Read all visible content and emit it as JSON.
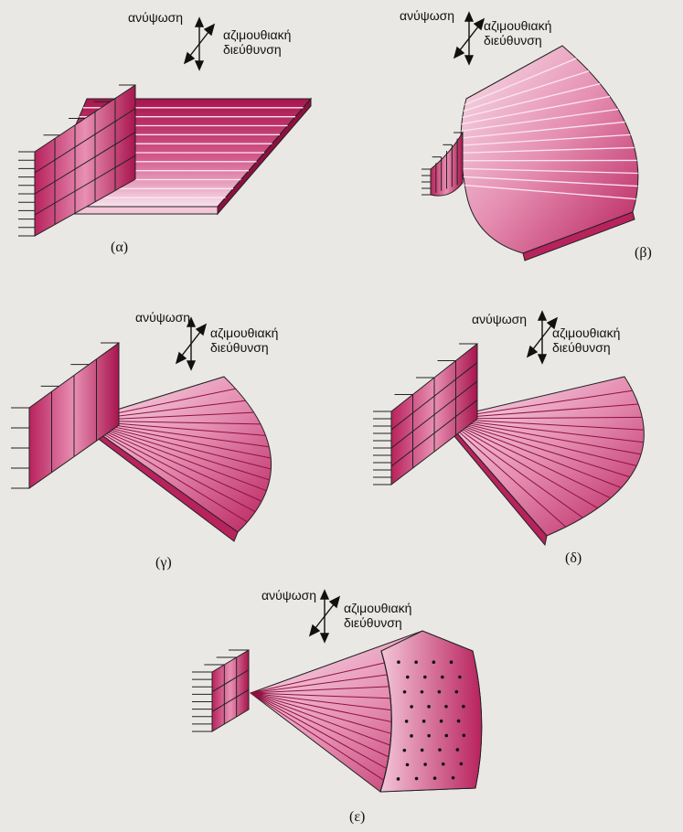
{
  "colors": {
    "background": "#e9e8e4",
    "magenta_dark": "#a8154e",
    "magenta_mid": "#d45a8c",
    "light": "#f8e3ec",
    "ink": "#222222"
  },
  "labels": {
    "lift": "ανύψωση",
    "azimuth_line1": "αζιμουθιακή",
    "azimuth_line2": "διεύθυνση"
  },
  "panels": [
    {
      "id": "a",
      "caption": "(α)"
    },
    {
      "id": "b",
      "caption": "(β)"
    },
    {
      "id": "c",
      "caption": "(γ)"
    },
    {
      "id": "d",
      "caption": "(δ)"
    },
    {
      "id": "e",
      "caption": "(ε)"
    }
  ]
}
